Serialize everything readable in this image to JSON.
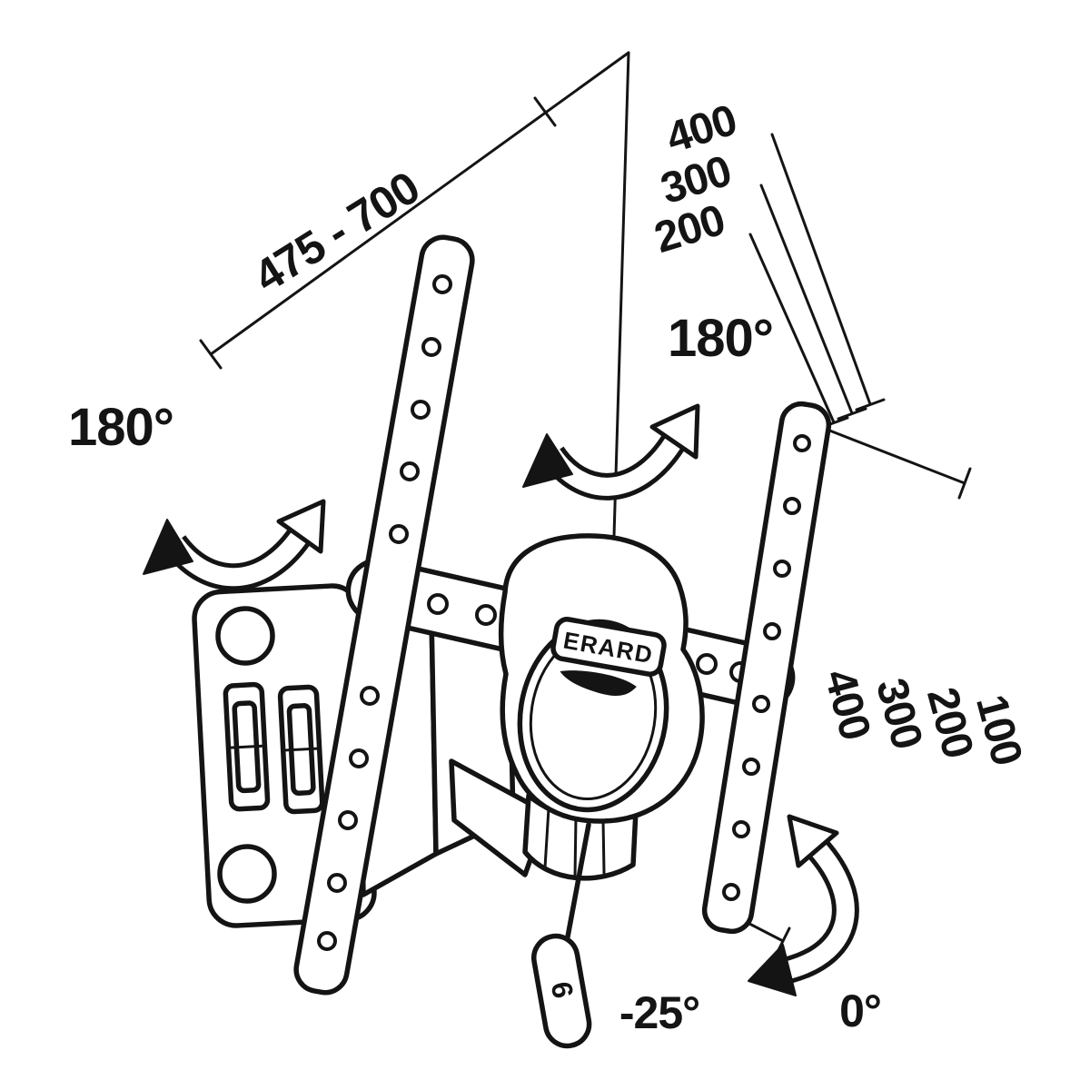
{
  "diagram": {
    "brand": "ERARD",
    "dimensions": {
      "arm_range": "475 - 700",
      "vesa_top": [
        "400",
        "300",
        "200"
      ],
      "vesa_right": [
        "400",
        "300",
        "200",
        "100"
      ]
    },
    "angles": {
      "swivel_left": "180°",
      "swivel_top": "180°",
      "tilt_down": "-25°",
      "tilt_up": "0°"
    },
    "tag": "6",
    "colors": {
      "line": "#141414",
      "background": "#ffffff"
    }
  }
}
